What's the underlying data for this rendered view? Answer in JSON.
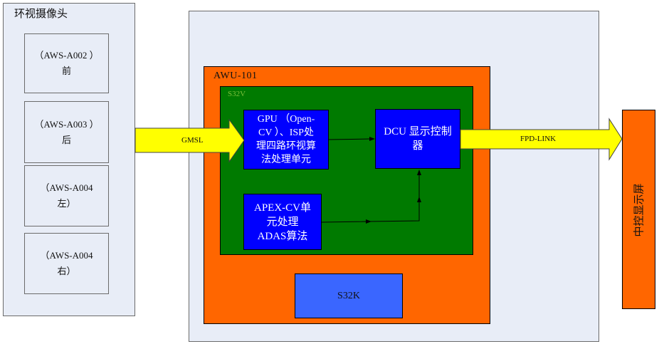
{
  "camera_group": {
    "title": "环视摄像头",
    "cameras": [
      {
        "line1": "（AWS-A002 ）",
        "line2": "前"
      },
      {
        "line1": "（AWS-A003 ）",
        "line2": "后"
      },
      {
        "line1": "（AWS-A004",
        "line2": "左）"
      },
      {
        "line1": "（AWS-A004",
        "line2": "右）"
      }
    ]
  },
  "awu": {
    "title": "AWU-101",
    "s32v": {
      "title": "S32V",
      "gpu": {
        "line1": "GPU （Open-",
        "line2": "CV ）、ISP处",
        "line3": "理四路环视算",
        "line4": "法处理单元"
      },
      "dcu": {
        "line1": "DCU 显示控制",
        "line2": "器"
      },
      "apex": {
        "line1": "APEX-CV单",
        "line2": "元处理",
        "line3": "ADAS算法"
      }
    },
    "s32k": {
      "label": "S32K"
    }
  },
  "links": {
    "gmsl": "GMSL",
    "fpd": "FPD-LINK"
  },
  "display": {
    "label": "中控显示屏"
  },
  "colors": {
    "panel": "#e8edf7",
    "orange": "#ff6600",
    "green": "#007a00",
    "blue": "#0000ff",
    "s32k": "#3a66ff",
    "arrow": "#ffff00"
  }
}
